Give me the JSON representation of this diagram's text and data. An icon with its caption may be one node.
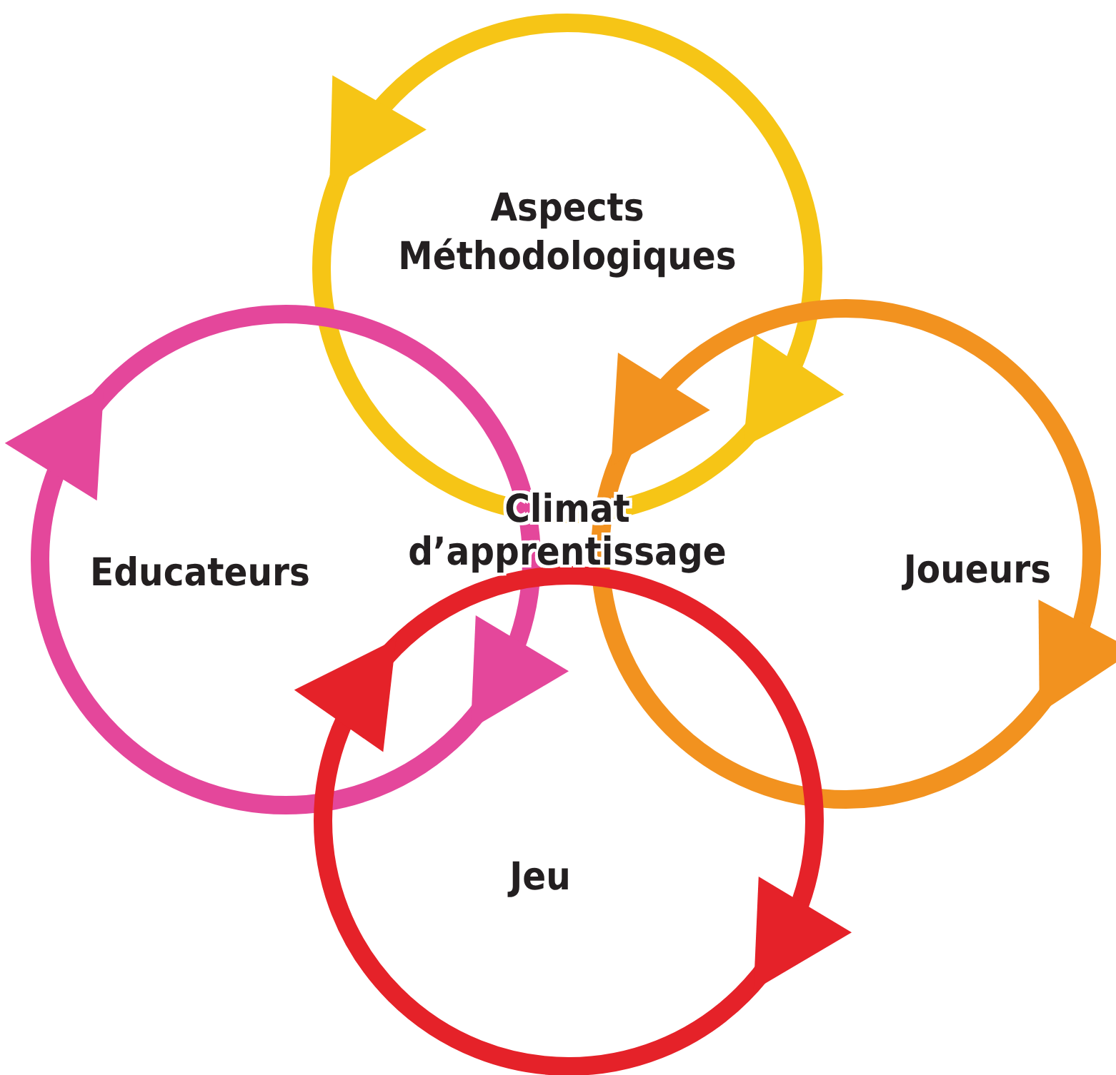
{
  "diagram": {
    "nodes": [
      {
        "text": [
          "Aspects Méthodologiques"
        ]
      },
      {
        "text": [
          "Educateurs"
        ]
      },
      {
        "text": [
          "Joueurs"
        ]
      },
      {
        "text": [
          "Jeu"
        ]
      }
    ],
    "labels": [
      "Climat d’apprentissage"
    ]
  }
}
